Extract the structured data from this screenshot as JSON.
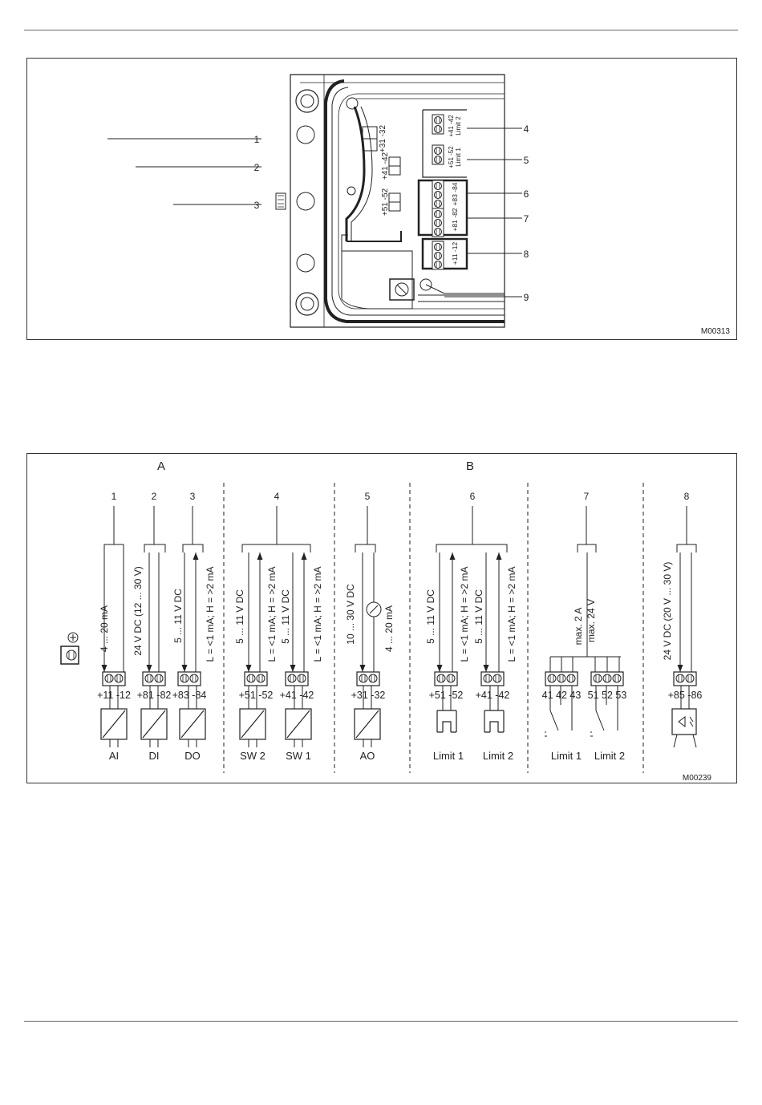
{
  "figure1": {
    "code": "M00313",
    "callouts": [
      "1",
      "2",
      "3",
      "4",
      "5",
      "6",
      "7",
      "8",
      "9"
    ],
    "board_labels": {
      "t3132": "+31 -32",
      "t4142": "+41 -42",
      "t5152": "+51 -52",
      "lim2_a": "+41 -42",
      "lim2_b": "Limit 2",
      "lim1_a": "+51 -52",
      "lim1_b": "Limit 1",
      "t8384": "+83 -84",
      "t8182": "+81 -82",
      "t1112": "+11 -12"
    }
  },
  "figure2": {
    "code": "M00239",
    "sections": {
      "a": "A",
      "b": "B"
    },
    "columns": [
      "1",
      "2",
      "3",
      "4",
      "5",
      "6",
      "7",
      "8"
    ],
    "wire_labels": {
      "c1": "4 ... 20 mA",
      "c2": "24 V DC (12 ... 30 V)",
      "c3a": "5 ... 11 V DC",
      "c3b": "L = <1 mA; H = >2 mA",
      "c4a": "5 ... 11 V DC",
      "c4b": "L = <1 mA; H = >2 mA",
      "c4c": "5 ... 11 V DC",
      "c4d": "L = <1 mA; H = >2 mA",
      "c5a": "10 ... 30 V DC",
      "c5b": "4 ... 20 mA",
      "c6a": "5 ... 11 V DC",
      "c6b": "L = <1 mA; H = >2 mA",
      "c6c": "5 ... 11 V DC",
      "c6d": "L = <1 mA; H = >2 mA",
      "c7a": "max. 2 A",
      "c7b": "max. 24 V",
      "c8": "24 V DC (20 V ... 30 V)"
    },
    "terminals": {
      "t1": "+11 -12",
      "t2": "+81 -82",
      "t3": "+83 -84",
      "t4": "+51 -52",
      "t5": "+41 -42",
      "t6": "+31 -32",
      "t7": "+51 -52",
      "t8": "+41 -42",
      "t9": "41 42 43",
      "t10": "51 52 53",
      "t11": "+85 -86"
    },
    "bottom_labels": [
      "AI",
      "DI",
      "DO",
      "SW 2",
      "SW 1",
      "AO",
      "Limit 1",
      "Limit 2",
      "Limit 1",
      "Limit 2"
    ]
  }
}
